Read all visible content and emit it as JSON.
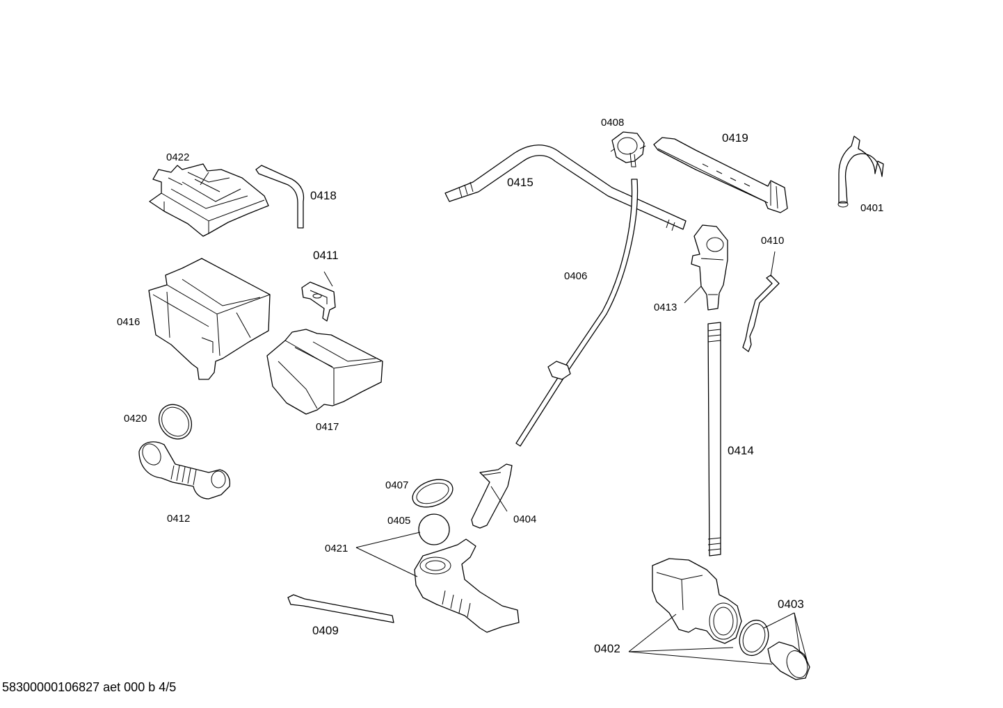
{
  "labels": {
    "p0401": "0401",
    "p0402": "0402",
    "p0403": "0403",
    "p0404": "0404",
    "p0405": "0405",
    "p0406": "0406",
    "p0407": "0407",
    "p0408": "0408",
    "p0409": "0409",
    "p0410": "0410",
    "p0411": "0411",
    "p0412": "0412",
    "p0413": "0413",
    "p0414": "0414",
    "p0415": "0415",
    "p0416": "0416",
    "p0417": "0417",
    "p0418": "0418",
    "p0419": "0419",
    "p0420": "0420",
    "p0421": "0421",
    "p0422": "0422"
  },
  "footer": "58300000106827 aet 000 b 4/5"
}
